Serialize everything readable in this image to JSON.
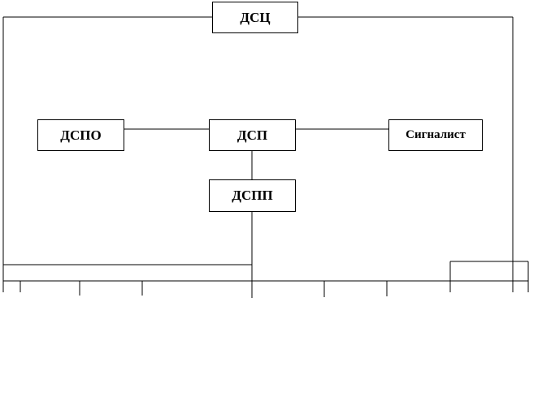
{
  "diagram": {
    "nodes": {
      "dsc": "ДСЦ",
      "dspo": "ДСПО",
      "dsp": "ДСП",
      "signalist": "Сигналист",
      "dspp": "ДСПП"
    }
  }
}
